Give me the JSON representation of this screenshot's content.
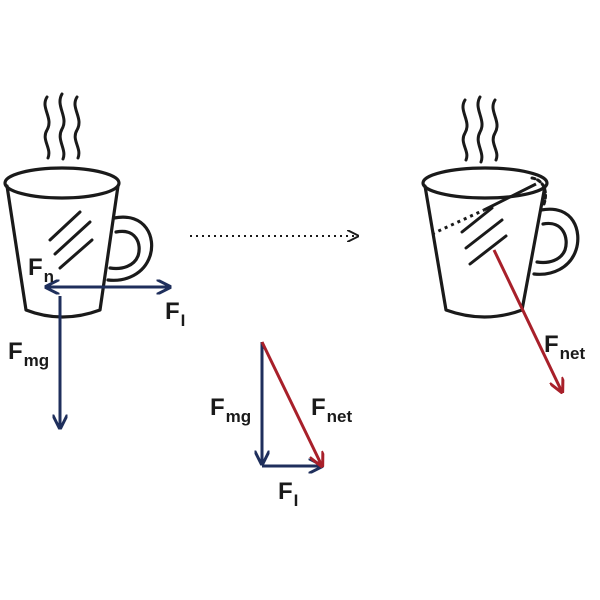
{
  "colors": {
    "ink": "#1a1a1a",
    "force_blue": "#1f2f5c",
    "net_red": "#a8202a"
  },
  "labels": {
    "normal": {
      "main": "F",
      "sub": "n"
    },
    "inertia_left": {
      "main": "F",
      "sub": "I"
    },
    "gravity_left": {
      "main": "F",
      "sub": "mg"
    },
    "gravity_triangle": {
      "main": "F",
      "sub": "mg"
    },
    "net_triangle": {
      "main": "F",
      "sub": "net"
    },
    "inertia_triangle": {
      "main": "F",
      "sub": "I"
    },
    "net_right": {
      "main": "F",
      "sub": "net"
    }
  }
}
